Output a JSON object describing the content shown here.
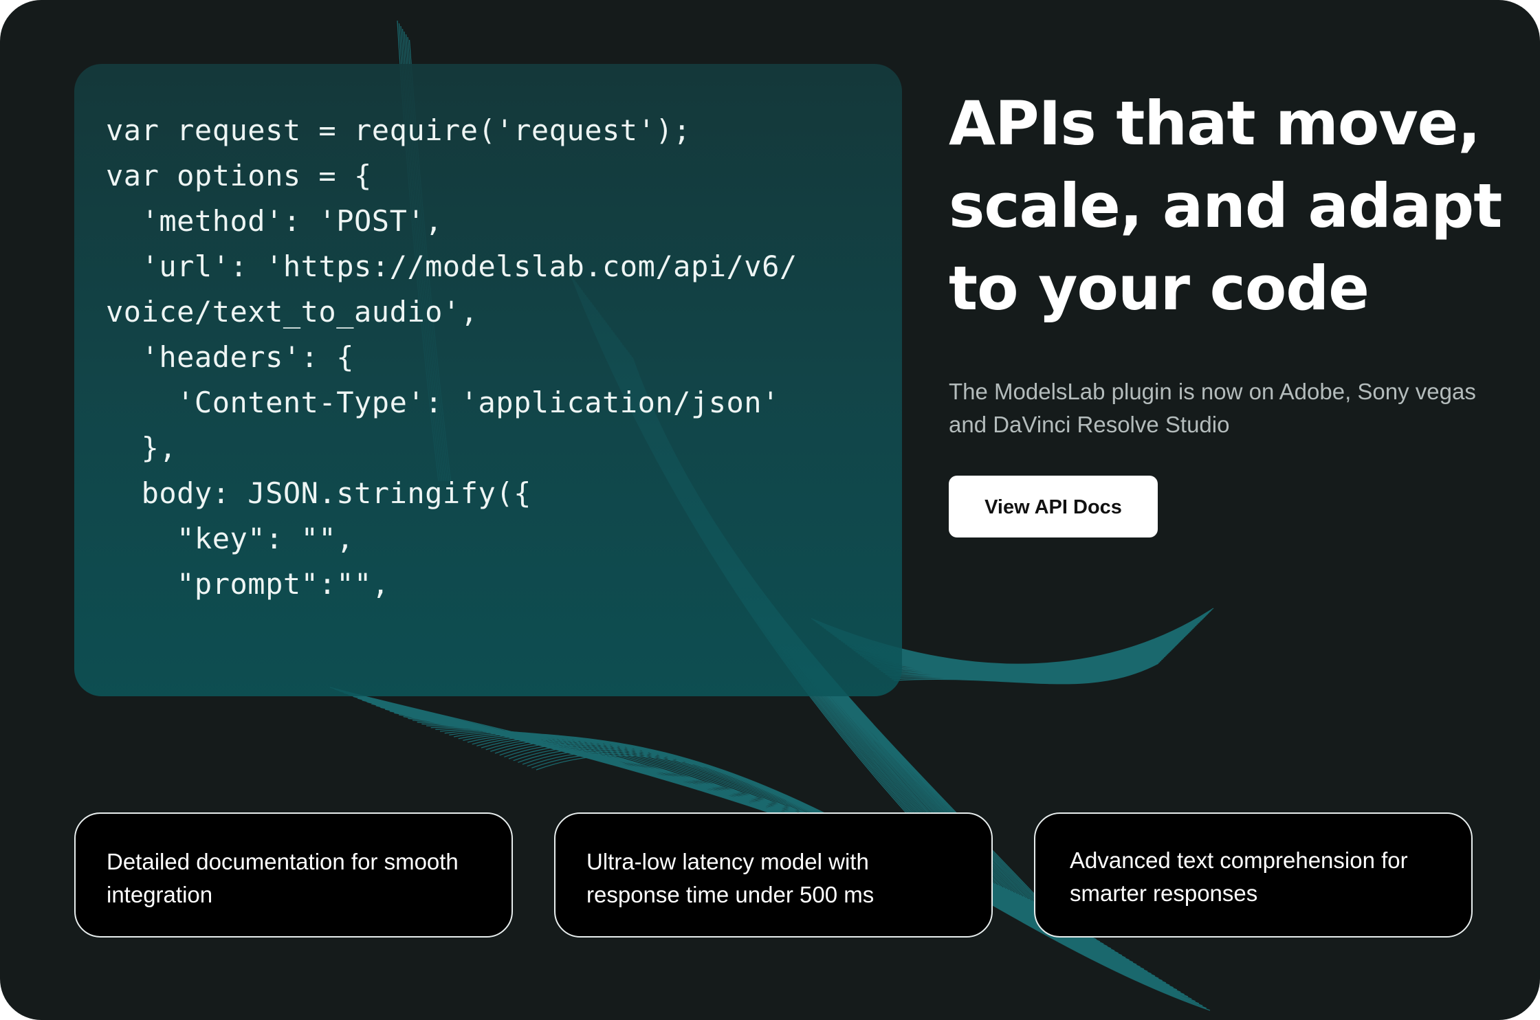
{
  "code": {
    "lines": [
      "var request = require('request');",
      "var options = {",
      "  'method': 'POST',",
      "  'url': 'https://modelslab.com/api/v6/",
      "voice/text_to_audio',",
      "  'headers': {",
      "    'Content-Type': 'application/json'",
      "  },",
      "  body: JSON.stringify({",
      "    \"key\": \"\",",
      "    \"prompt\":\"\","
    ]
  },
  "hero": {
    "headline": "APIs that move, scale, and adapt to your code",
    "subtitle": "The ModelsLab plugin is now on Adobe, Sony vegas and DaVinci Resolve Studio",
    "button_label": "View API Docs"
  },
  "features": [
    "Detailed documentation for smooth integration",
    "Ultra-low latency model with response time under 500 ms",
    "Advanced text comprehension for smarter responses"
  ],
  "colors": {
    "background": "#151b1b",
    "wave": "#1fa7b0",
    "panel": "#114a4e"
  }
}
